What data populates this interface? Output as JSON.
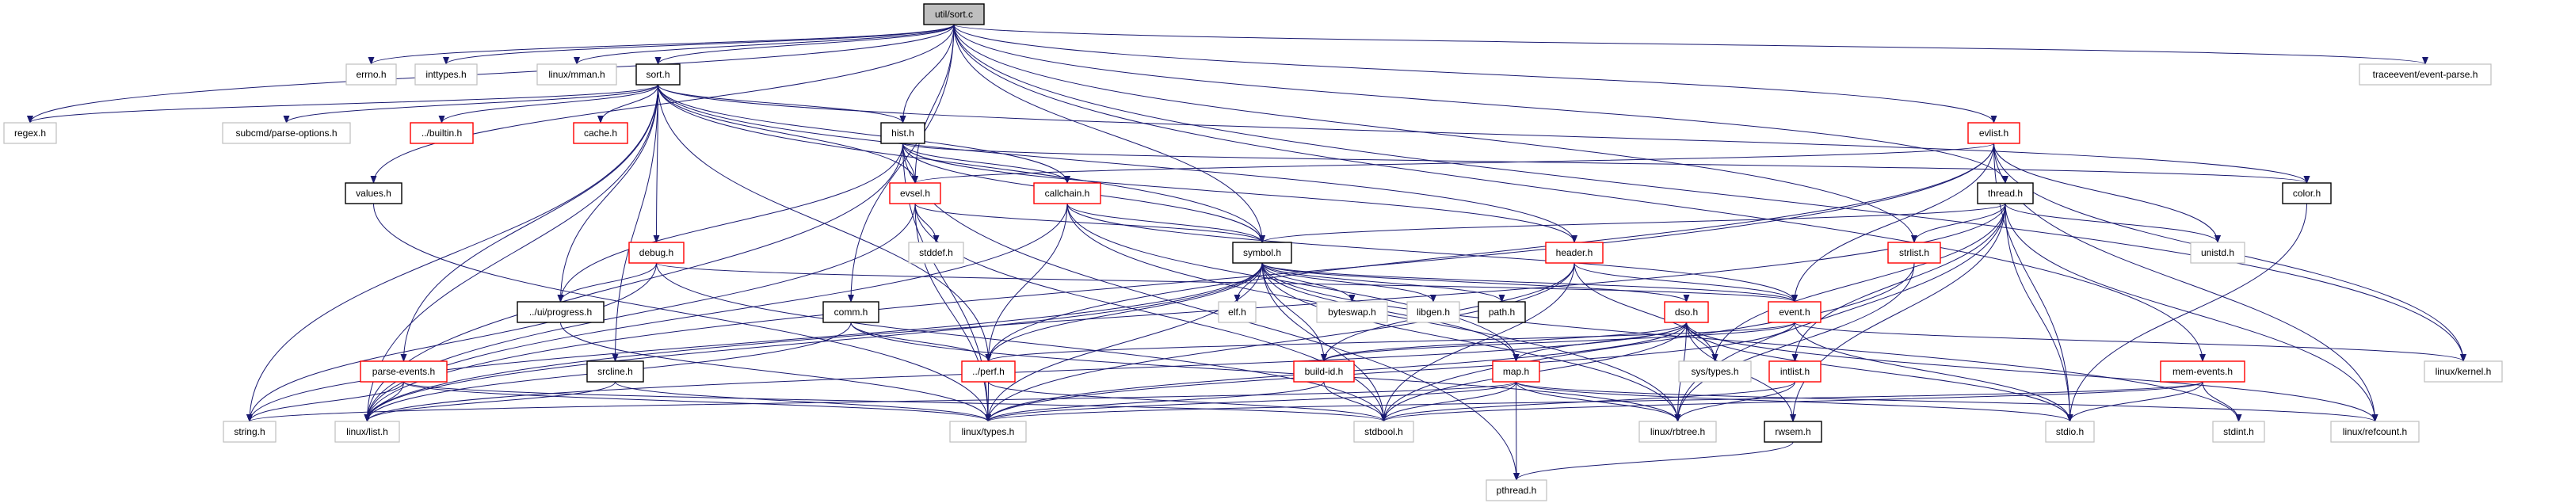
{
  "graph": {
    "edge_color": "#191970",
    "style_colors": {
      "root": {
        "fill": "#bfbfbf",
        "stroke": "#000000"
      },
      "documented": {
        "fill": "#ffffff",
        "stroke": "#000000"
      },
      "truncated": {
        "fill": "#ffffff",
        "stroke": "#ff0000"
      },
      "external": {
        "fill": "#ffffff",
        "stroke": "#bfbfbf"
      }
    },
    "nodes": [
      {
        "id": "sort_c",
        "label": "util/sort.c",
        "style": "root"
      },
      {
        "id": "errno",
        "label": "errno.h",
        "style": "external"
      },
      {
        "id": "inttypes",
        "label": "inttypes.h",
        "style": "external"
      },
      {
        "id": "mman",
        "label": "linux/mman.h",
        "style": "external"
      },
      {
        "id": "sort_h",
        "label": "sort.h",
        "style": "documented"
      },
      {
        "id": "traceevent",
        "label": "traceevent/event-parse.h",
        "style": "external"
      },
      {
        "id": "regex",
        "label": "regex.h",
        "style": "external"
      },
      {
        "id": "parseopt",
        "label": "subcmd/parse-options.h",
        "style": "external"
      },
      {
        "id": "builtin",
        "label": "../builtin.h",
        "style": "truncated"
      },
      {
        "id": "cache",
        "label": "cache.h",
        "style": "truncated"
      },
      {
        "id": "hist",
        "label": "hist.h",
        "style": "documented"
      },
      {
        "id": "evlist",
        "label": "evlist.h",
        "style": "truncated"
      },
      {
        "id": "values",
        "label": "values.h",
        "style": "documented"
      },
      {
        "id": "evsel",
        "label": "evsel.h",
        "style": "truncated"
      },
      {
        "id": "callchain",
        "label": "callchain.h",
        "style": "truncated"
      },
      {
        "id": "thread",
        "label": "thread.h",
        "style": "documented"
      },
      {
        "id": "color",
        "label": "color.h",
        "style": "documented"
      },
      {
        "id": "debug",
        "label": "debug.h",
        "style": "truncated"
      },
      {
        "id": "stddef",
        "label": "stddef.h",
        "style": "external"
      },
      {
        "id": "symbol",
        "label": "symbol.h",
        "style": "documented"
      },
      {
        "id": "header",
        "label": "header.h",
        "style": "truncated"
      },
      {
        "id": "strlist",
        "label": "strlist.h",
        "style": "truncated"
      },
      {
        "id": "unistd",
        "label": "unistd.h",
        "style": "external"
      },
      {
        "id": "progress",
        "label": "../ui/progress.h",
        "style": "documented"
      },
      {
        "id": "comm",
        "label": "comm.h",
        "style": "documented"
      },
      {
        "id": "elf",
        "label": "elf.h",
        "style": "external"
      },
      {
        "id": "byteswap",
        "label": "byteswap.h",
        "style": "external"
      },
      {
        "id": "libgen",
        "label": "libgen.h",
        "style": "external"
      },
      {
        "id": "path",
        "label": "path.h",
        "style": "documented"
      },
      {
        "id": "dso",
        "label": "dso.h",
        "style": "truncated"
      },
      {
        "id": "event",
        "label": "event.h",
        "style": "truncated"
      },
      {
        "id": "parseevents",
        "label": "parse-events.h",
        "style": "truncated"
      },
      {
        "id": "srcline",
        "label": "srcline.h",
        "style": "documented"
      },
      {
        "id": "perf",
        "label": "../perf.h",
        "style": "truncated"
      },
      {
        "id": "buildid",
        "label": "build-id.h",
        "style": "truncated"
      },
      {
        "id": "map",
        "label": "map.h",
        "style": "truncated"
      },
      {
        "id": "systypes",
        "label": "sys/types.h",
        "style": "external"
      },
      {
        "id": "intlist",
        "label": "intlist.h",
        "style": "truncated"
      },
      {
        "id": "memevents",
        "label": "mem-events.h",
        "style": "truncated"
      },
      {
        "id": "kernel",
        "label": "linux/kernel.h",
        "style": "external"
      },
      {
        "id": "string",
        "label": "string.h",
        "style": "external"
      },
      {
        "id": "list",
        "label": "linux/list.h",
        "style": "external"
      },
      {
        "id": "types",
        "label": "linux/types.h",
        "style": "external"
      },
      {
        "id": "stdbool",
        "label": "stdbool.h",
        "style": "external"
      },
      {
        "id": "rbtree",
        "label": "linux/rbtree.h",
        "style": "external"
      },
      {
        "id": "rwsem",
        "label": "rwsem.h",
        "style": "documented"
      },
      {
        "id": "stdio",
        "label": "stdio.h",
        "style": "external"
      },
      {
        "id": "stdint",
        "label": "stdint.h",
        "style": "external"
      },
      {
        "id": "refcount",
        "label": "linux/refcount.h",
        "style": "external"
      },
      {
        "id": "pthread",
        "label": "pthread.h",
        "style": "external"
      }
    ],
    "edges": [
      [
        "sort_c",
        "errno"
      ],
      [
        "sort_c",
        "inttypes"
      ],
      [
        "sort_c",
        "mman"
      ],
      [
        "sort_c",
        "sort_h"
      ],
      [
        "sort_c",
        "regex"
      ],
      [
        "sort_c",
        "comm"
      ],
      [
        "sort_c",
        "hist"
      ],
      [
        "sort_c",
        "evsel"
      ],
      [
        "sort_c",
        "symbol"
      ],
      [
        "sort_c",
        "thread"
      ],
      [
        "sort_c",
        "evlist"
      ],
      [
        "sort_c",
        "strlist"
      ],
      [
        "sort_c",
        "memevents"
      ],
      [
        "sort_c",
        "traceevent"
      ],
      [
        "sort_c",
        "kernel"
      ],
      [
        "sort_c",
        "values"
      ],
      [
        "sort_h",
        "regex"
      ],
      [
        "sort_h",
        "parseopt"
      ],
      [
        "sort_h",
        "builtin"
      ],
      [
        "sort_h",
        "cache"
      ],
      [
        "sort_h",
        "debug"
      ],
      [
        "sort_h",
        "progress"
      ],
      [
        "sort_h",
        "srcline"
      ],
      [
        "sort_h",
        "parseevents"
      ],
      [
        "sort_h",
        "string"
      ],
      [
        "sort_h",
        "list"
      ],
      [
        "sort_h",
        "hist"
      ],
      [
        "sort_h",
        "callchain"
      ],
      [
        "sort_h",
        "symbol"
      ],
      [
        "sort_h",
        "header"
      ],
      [
        "sort_h",
        "perf"
      ],
      [
        "sort_h",
        "color"
      ],
      [
        "sort_h",
        "evsel"
      ],
      [
        "hist",
        "evsel"
      ],
      [
        "hist",
        "callchain"
      ],
      [
        "hist",
        "header"
      ],
      [
        "hist",
        "color"
      ],
      [
        "hist",
        "progress"
      ],
      [
        "hist",
        "types"
      ],
      [
        "hist",
        "pthread"
      ],
      [
        "hist",
        "symbol"
      ],
      [
        "hist",
        "list"
      ],
      [
        "evsel",
        "stddef"
      ],
      [
        "evsel",
        "symbol"
      ],
      [
        "evsel",
        "list"
      ],
      [
        "evsel",
        "stdbool"
      ],
      [
        "evsel",
        "types"
      ],
      [
        "callchain",
        "symbol"
      ],
      [
        "callchain",
        "perf"
      ],
      [
        "callchain",
        "list"
      ],
      [
        "callchain",
        "rbtree"
      ],
      [
        "callchain",
        "map"
      ],
      [
        "callchain",
        "event"
      ],
      [
        "evlist",
        "evsel"
      ],
      [
        "evlist",
        "event"
      ],
      [
        "evlist",
        "list"
      ],
      [
        "evlist",
        "refcount"
      ],
      [
        "evlist",
        "stdio"
      ],
      [
        "evlist",
        "unistd"
      ],
      [
        "evlist",
        "kernel"
      ],
      [
        "evlist",
        "perf"
      ],
      [
        "thread",
        "symbol"
      ],
      [
        "thread",
        "strlist"
      ],
      [
        "thread",
        "intlist"
      ],
      [
        "thread",
        "rwsem"
      ],
      [
        "thread",
        "rbtree"
      ],
      [
        "thread",
        "unistd"
      ],
      [
        "thread",
        "systypes"
      ],
      [
        "thread",
        "stdio"
      ],
      [
        "thread",
        "refcount"
      ],
      [
        "thread",
        "list"
      ],
      [
        "symbol",
        "elf"
      ],
      [
        "symbol",
        "byteswap"
      ],
      [
        "symbol",
        "libgen"
      ],
      [
        "symbol",
        "path"
      ],
      [
        "symbol",
        "dso"
      ],
      [
        "symbol",
        "event"
      ],
      [
        "symbol",
        "buildid"
      ],
      [
        "symbol",
        "map"
      ],
      [
        "symbol",
        "types"
      ],
      [
        "symbol",
        "stdbool"
      ],
      [
        "symbol",
        "stdint"
      ],
      [
        "symbol",
        "list"
      ],
      [
        "symbol",
        "rbtree"
      ],
      [
        "symbol",
        "perf"
      ],
      [
        "symbol",
        "string"
      ],
      [
        "header",
        "event"
      ],
      [
        "header",
        "stdbool"
      ],
      [
        "header",
        "types"
      ],
      [
        "header",
        "systypes"
      ],
      [
        "header",
        "buildid"
      ],
      [
        "debug",
        "progress"
      ],
      [
        "debug",
        "stdbool"
      ],
      [
        "debug",
        "string"
      ],
      [
        "debug",
        "event"
      ],
      [
        "comm",
        "perf"
      ],
      [
        "comm",
        "list"
      ],
      [
        "comm",
        "rbtree"
      ],
      [
        "dso",
        "systypes"
      ],
      [
        "dso",
        "rbtree"
      ],
      [
        "dso",
        "stdbool"
      ],
      [
        "dso",
        "types"
      ],
      [
        "dso",
        "buildid"
      ],
      [
        "dso",
        "map"
      ],
      [
        "dso",
        "refcount"
      ],
      [
        "dso",
        "rwsem"
      ],
      [
        "dso",
        "stdio"
      ],
      [
        "dso",
        "list"
      ],
      [
        "event",
        "kernel"
      ],
      [
        "event",
        "stdio"
      ],
      [
        "event",
        "perf"
      ],
      [
        "event",
        "buildid"
      ],
      [
        "event",
        "types"
      ],
      [
        "map",
        "pthread"
      ],
      [
        "map",
        "rbtree"
      ],
      [
        "map",
        "stdbool"
      ],
      [
        "map",
        "types"
      ],
      [
        "map",
        "stdio"
      ],
      [
        "map",
        "refcount"
      ],
      [
        "map",
        "string"
      ],
      [
        "perf",
        "types"
      ],
      [
        "perf",
        "stdbool"
      ],
      [
        "buildid",
        "types"
      ],
      [
        "buildid",
        "stdbool"
      ],
      [
        "parseevents",
        "list"
      ],
      [
        "parseevents",
        "stdbool"
      ],
      [
        "parseevents",
        "types"
      ],
      [
        "parseevents",
        "string"
      ],
      [
        "srcline",
        "types"
      ],
      [
        "srcline",
        "list"
      ],
      [
        "values",
        "types"
      ],
      [
        "progress",
        "types"
      ],
      [
        "strlist",
        "rbtree"
      ],
      [
        "strlist",
        "stdbool"
      ],
      [
        "intlist",
        "rbtree"
      ],
      [
        "intlist",
        "stdbool"
      ],
      [
        "rwsem",
        "pthread"
      ],
      [
        "memevents",
        "stdio"
      ],
      [
        "memevents",
        "stdint"
      ],
      [
        "memevents",
        "stdbool"
      ],
      [
        "memevents",
        "types"
      ],
      [
        "color",
        "stdio"
      ]
    ]
  }
}
